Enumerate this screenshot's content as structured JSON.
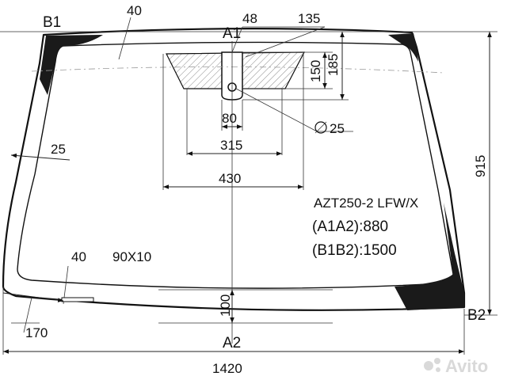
{
  "points": {
    "a1": "A1",
    "a2": "A2",
    "b1": "B1",
    "b2": "B2"
  },
  "dimensions": {
    "d40_top": "40",
    "d48": "48",
    "d135": "135",
    "d150": "150",
    "d185": "185",
    "d80": "80",
    "d25_hole": "25",
    "d315": "315",
    "d430": "430",
    "d25_side": "25",
    "d915": "915",
    "d40_bottom": "40",
    "d90x10": "90X10",
    "d100": "100",
    "d170": "170",
    "d1420": "1420"
  },
  "info": {
    "model": "AZT250-2 LFW/X",
    "a1a2": "(A1A2):880",
    "b1b2": "(B1B2):1500"
  },
  "watermark": {
    "text": "Avito"
  },
  "colors": {
    "line": "#111111",
    "hatch": "#888888",
    "dark_fill": "#1a1a1a",
    "watermark": "#d9d9d9"
  }
}
